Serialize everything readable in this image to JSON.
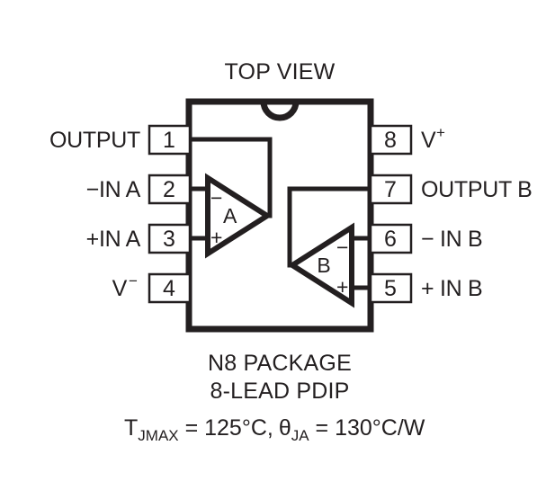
{
  "diagram": {
    "title": "TOP VIEW",
    "package_caption_line1": "N8 PACKAGE",
    "package_caption_line2": "8-LEAD PDIP",
    "thermal": {
      "t_symbol": "T",
      "t_subscript": "JMAX",
      "t_value": " = 125°C,",
      "theta_symbol": "θ",
      "theta_subscript": "JA",
      "theta_value": " = 130°C/W",
      "full_text": "TJMAX = 125°C, θJA = 130°C/W"
    },
    "amplifiers": [
      {
        "id": "amp-a",
        "label": "A",
        "minus": "−",
        "plus": "+",
        "orientation": "right"
      },
      {
        "id": "amp-b",
        "label": "B",
        "minus": "−",
        "plus": "+",
        "orientation": "left"
      }
    ],
    "pins_left": [
      {
        "number": "1",
        "label": "OUTPUT"
      },
      {
        "number": "2",
        "label": "−IN A"
      },
      {
        "number": "3",
        "label": "+IN A"
      },
      {
        "number": "4",
        "label": "V",
        "superscript": "−"
      }
    ],
    "pins_right": [
      {
        "number": "8",
        "label": "V",
        "superscript": "+"
      },
      {
        "number": "7",
        "label": "OUTPUT B"
      },
      {
        "number": "6",
        "label": "− IN B"
      },
      {
        "number": "5",
        "label": "+ IN B"
      }
    ],
    "colors": {
      "ink": "#231f20",
      "background": "#ffffff"
    }
  }
}
